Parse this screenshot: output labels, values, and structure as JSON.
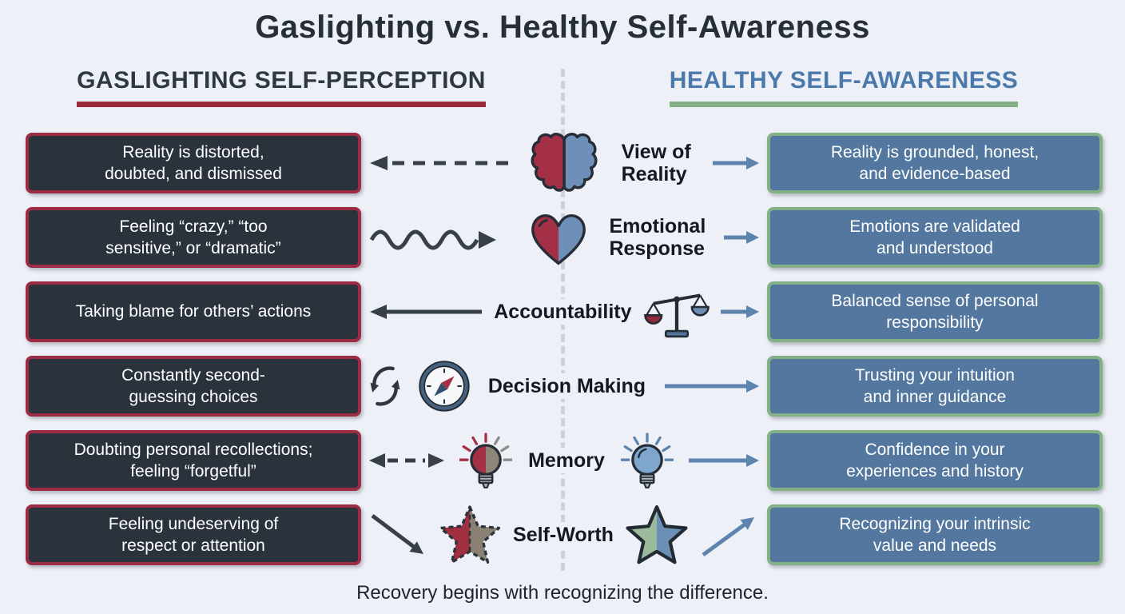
{
  "title": "Gaslighting vs. Healthy Self-Awareness",
  "columns": {
    "left": {
      "header": "GASLIGHTING SELF-PERCEPTION",
      "accent": "#9b2c3e"
    },
    "right": {
      "header": "HEALTHY SELF-AWARENESS",
      "accent": "#84b087"
    }
  },
  "rows": [
    {
      "label": "View of\nReality",
      "left": "Reality is distorted,\ndoubted, and dismissed",
      "right": "Reality is grounded, honest,\nand evidence-based",
      "icons": [
        "dashed-arrow-left-icon",
        "brain-icon",
        "arrow-right-icon"
      ]
    },
    {
      "label": "Emotional\nResponse",
      "left": "Feeling “crazy,” “too\nsensitive,” or “dramatic”",
      "right": "Emotions are validated\nand understood",
      "icons": [
        "wavy-arrow-right-icon",
        "heart-icon",
        "arrow-right-icon"
      ]
    },
    {
      "label": "Accountability",
      "left": "Taking blame for others’ actions",
      "right": "Balanced sense of personal\nresponsibility",
      "icons": [
        "arrow-left-icon",
        "scales-icon",
        "arrow-right-icon"
      ]
    },
    {
      "label": "Decision Making",
      "left": "Constantly second-\nguessing choices",
      "right": "Trusting your intuition\nand inner guidance",
      "icons": [
        "cycle-icon",
        "compass-icon",
        "arrow-right-icon"
      ]
    },
    {
      "label": "Memory",
      "left": "Doubting personal recollections;\nfeeling “forgetful”",
      "right": "Confidence in your\nexperiences and history",
      "icons": [
        "double-dashed-arrow-icon",
        "lightbulb-dim-icon",
        "lightbulb-bright-icon",
        "arrow-right-icon"
      ]
    },
    {
      "label": "Self-Worth",
      "left": "Feeling undeserving of\nrespect or attention",
      "right": "Recognizing your intrinsic\nvalue and needs",
      "icons": [
        "diagonal-down-arrow-icon",
        "star-broken-icon",
        "star-whole-icon",
        "diagonal-up-arrow-icon"
      ]
    }
  ],
  "footer": "Recovery begins with recognizing the difference.",
  "colors": {
    "background": "#edf0f6",
    "left_box_bg": "#2a323c",
    "left_box_border": "#9b2c44",
    "right_box_bg": "#53779f",
    "right_box_border": "#84b087",
    "left_header_text": "#2e3842",
    "right_header_text": "#4b79ab",
    "arrow_dark": "#373f49",
    "arrow_blue": "#5d84ae",
    "icon_red": "#a33045",
    "icon_blue": "#6e90b8"
  }
}
